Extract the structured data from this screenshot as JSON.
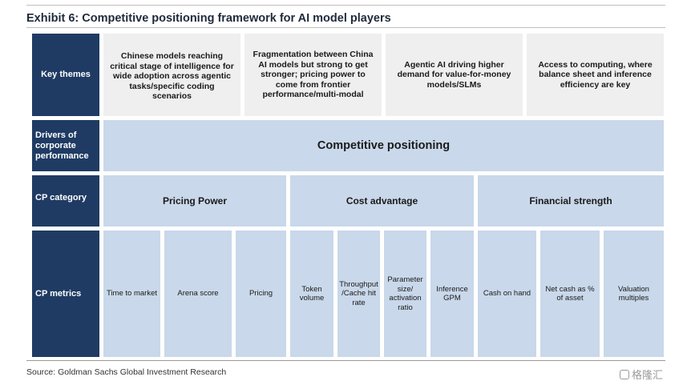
{
  "title": "Exhibit 6: Competitive positioning framework for AI model players",
  "source": "Source: Goldman Sachs Global Investment Research",
  "watermark": "格隆汇",
  "row_labels": {
    "key_themes": "Key themes",
    "drivers": "Drivers of corporate performance",
    "cp_category": "CP category",
    "cp_metrics": "CP metrics"
  },
  "themes": [
    "Chinese models reaching critical stage of intelligence for wide adoption across agentic tasks/specific coding scenarios",
    "Fragmentation between China AI models but strong to get stronger; pricing power to come from frontier performance/multi-modal",
    "Agentic AI driving higher demand for value-for-money models/SLMs",
    "Access to computing, where balance sheet and inference efficiency are key"
  ],
  "driver": "Competitive positioning",
  "categories": [
    "Pricing Power",
    "Cost advantage",
    "Financial strength"
  ],
  "metrics": [
    "Time to market",
    "Arena score",
    "Pricing",
    "Token volume",
    "Throughput /Cache hit rate",
    "Parameter size/ activation ratio",
    "Inference GPM",
    "Cash on hand",
    "Net cash as % of asset",
    "Valuation multiples"
  ],
  "colors": {
    "label_bg": "#1f3b63",
    "theme_bg": "#efefef",
    "band_bg": "#c9d8ea"
  }
}
